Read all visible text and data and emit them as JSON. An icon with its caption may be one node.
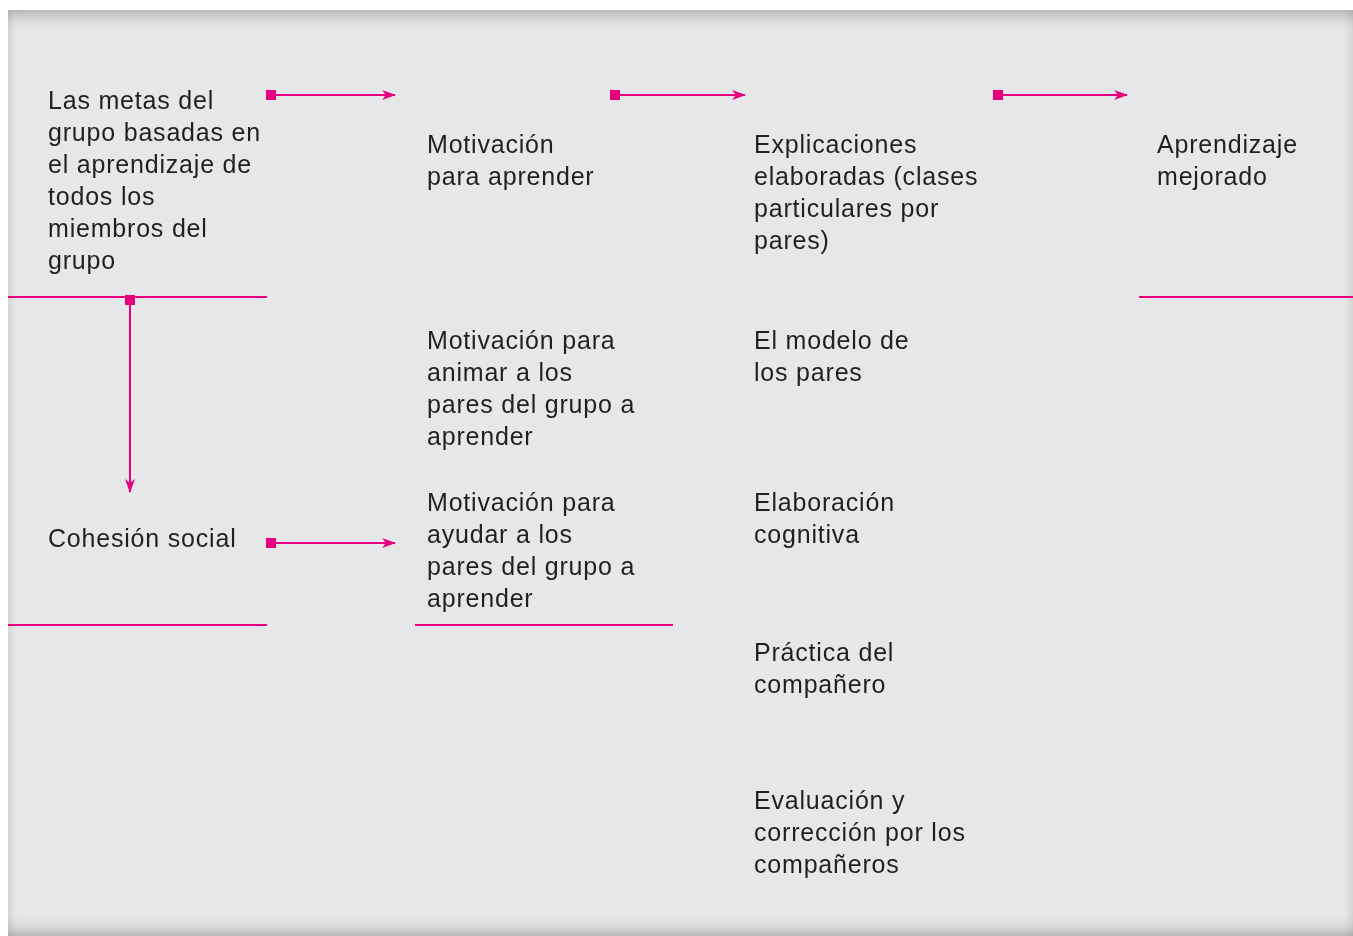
{
  "diagram": {
    "nodes": [
      {
        "text": [
          "Las metas del grupo basadas en el aprendizaje de todos los miembros del grupo"
        ]
      },
      {
        "text": [
          "Motivación para aprender"
        ]
      },
      {
        "text": [
          "Explicaciones elaboradas (clases particulares por pares)"
        ]
      },
      {
        "text": [
          "Aprendizaje mejorado"
        ]
      },
      {
        "text": [
          "Motivación para animar a los pares del grupo a aprender"
        ]
      },
      {
        "text": [
          "El modelo de los pares"
        ]
      },
      {
        "text": [
          "Cohesión social"
        ]
      },
      {
        "text": [
          "Motivación para ayudar a los pares del grupo a aprender"
        ]
      },
      {
        "text": [
          "Elaboración cognitiva"
        ]
      },
      {
        "text": [
          "Práctica del compañero"
        ]
      },
      {
        "text": [
          "Evaluación y corrección por los compañeros"
        ]
      }
    ],
    "edges": [
      {
        "from": 0,
        "to": 1,
        "arrow": "to"
      },
      {
        "from": 1,
        "to": 2,
        "arrow": "to"
      },
      {
        "from": 2,
        "to": 3,
        "arrow": "to"
      },
      {
        "from": 0,
        "to": 6,
        "arrow": "to"
      },
      {
        "from": 6,
        "to": 7,
        "arrow": "to"
      }
    ]
  }
}
